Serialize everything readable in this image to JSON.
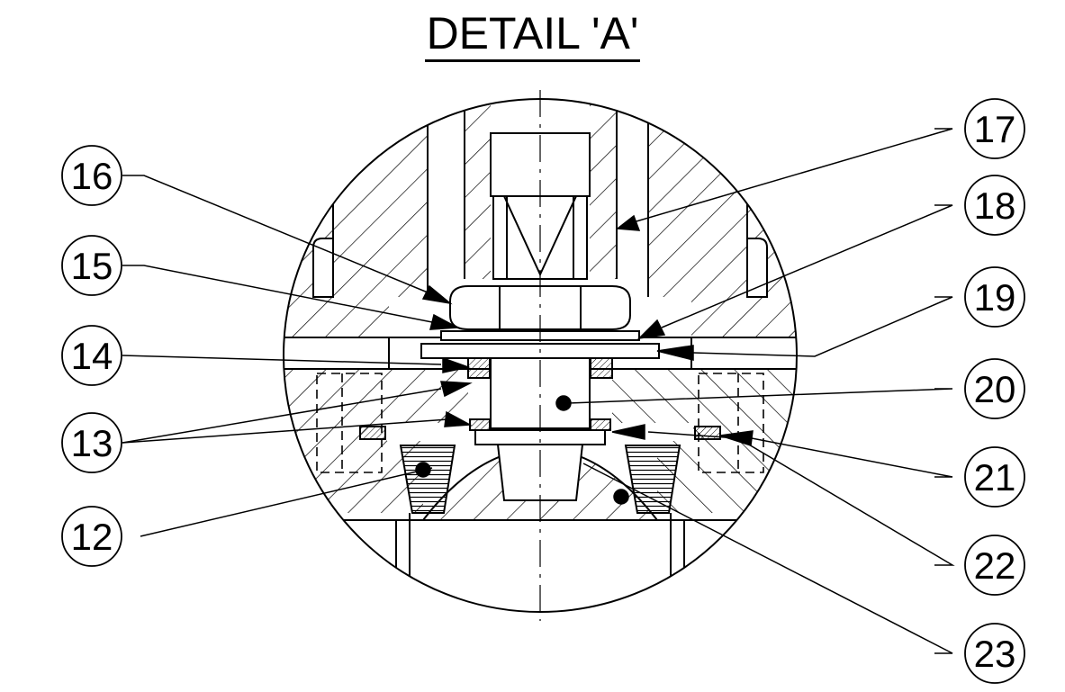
{
  "title": "DETAIL 'A'",
  "balloons": {
    "b12": "12",
    "b13": "13",
    "b14": "14",
    "b15": "15",
    "b16": "16",
    "b17": "17",
    "b18": "18",
    "b19": "19",
    "b20": "20",
    "b21": "21",
    "b22": "22",
    "b23": "23"
  },
  "colors": {
    "line": "#000000",
    "background": "#ffffff"
  }
}
